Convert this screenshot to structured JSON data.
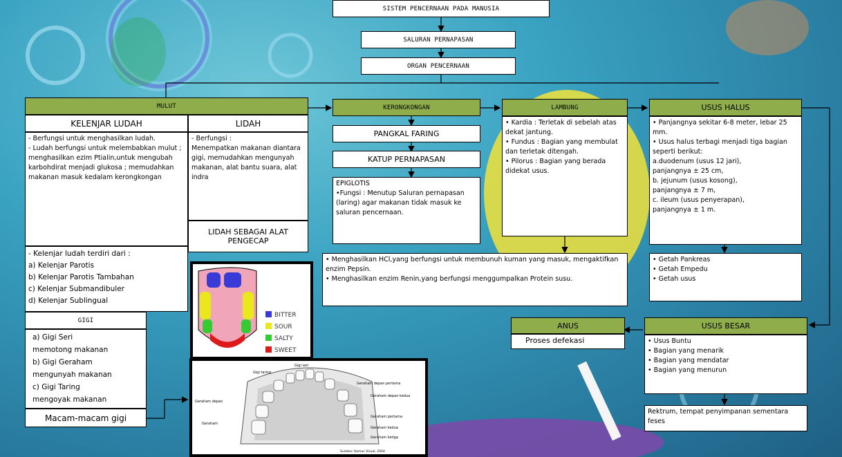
{
  "title": "SISTEM PENCERNAAN PADA MANUSIA",
  "saluran": "SALURAN PERNAPASAN",
  "organ": "ORGAN PENCERNAAN",
  "mulut": {
    "header": "MULUT",
    "kelenjar_title": "KELENJAR LUDAH",
    "kelenjar_text": "-  Berfungsi untuk menghasilkan ludah.\n-  Ludah berfungsi untuk melembabkan mulut ; menghasilkan ezim Ptialin,untuk mengubah karbohdirat menjadi glukosa ; memudahkan makanan masuk kedalam kerongkongan",
    "kelenjar_types": "-  Kelenjar ludah terdiri dari :\na) Kelenjar Parotis\nb) Kelenjar Parotis Tambahan\nc)  Kelenjar  Submandibuler\nd) Kelenjar Sublingual",
    "lidah_title": "LIDAH",
    "lidah_text": "-  Berfungsi :\nMenempatkan makanan diantara gigi, memudahkan mengunyah makanan, alat bantu suara, alat indra",
    "lidah_pengecap": "LIDAH SEBAGAI ALAT PENGECAP"
  },
  "gigi": {
    "title": "GIGI",
    "text": "a) Gigi Seri\nmemotong makanan\nb) Gigi Geraham\nmengunyah makanan\nc) Gigi Taring\nmengoyak makanan",
    "macam": "Macam-macam gigi"
  },
  "tongue_legend": [
    "BITTER",
    "SOUR",
    "SALTY",
    "SWEET"
  ],
  "tongue_colors": [
    "#3a3ad6",
    "#e8e81a",
    "#33cc33",
    "#dd1a1a"
  ],
  "teeth_labels": [
    "Gigi seri",
    "Gigi taring",
    "Geraham depan",
    "Geraham",
    "Geraham depan pertama",
    "Geraham depan kedua",
    "Geraham pertama",
    "Geraham kedua",
    "Geraham ketiga",
    "Sumber: Kamus Visual, 2004"
  ],
  "kerongkongan": {
    "header": "KERONGKONGAN",
    "pangkal": "PANGKAL FARING",
    "katup": "KATUP PERNAPASAN",
    "epiglotis": "EPIGLOTIS\n•Fungsi : Menutup Saluran pernapasan (laring) agar makanan tidak masuk ke saluran pencernaan."
  },
  "lambung": {
    "header": "LAMBUNG",
    "text": "• Kardia : Terletak di sebelah atas dekat jantung.\n• Fundus : Bagian yang membulat dan terletak ditengah.\n• Pilorus : Bagian yang berada didekat usus.",
    "fungsi": "• Menghasilkan HCl,yang berfungsi untuk membunuh kuman yang masuk, mengaktifkan enzim Pepsin.\n• Menghasilkan enzim Renin,yang berfungsi menggumpalkan Protein susu."
  },
  "usus_halus": {
    "header": "USUS HALUS",
    "text": "• Panjangnya sekitar 6-8 meter, lebar 25 mm.\n• Usus halus terbagi menjadi tiga bagian seperti berikut:\na.duodenum (usus 12 jari),\n    panjangnya ± 25 cm,\nb. jejunum (usus kosong),\n    panjangnya ± 7 m,\nc. ileum (usus penyerapan),\n    panjangnya ± 1 m.",
    "getah": "• Getah Pankreas\n• Getah Empedu\n• Getah usus"
  },
  "usus_besar": {
    "header": "USUS BESAR",
    "text": "• Usus Buntu\n• Bagian yang menarik\n• Bagian yang mendatar\n• Bagian yang menurun",
    "rektum": "Rektrum, tempat penyimpanan sementara feses"
  },
  "anus": {
    "header": "ANUS",
    "text": "Proses defekasi"
  }
}
